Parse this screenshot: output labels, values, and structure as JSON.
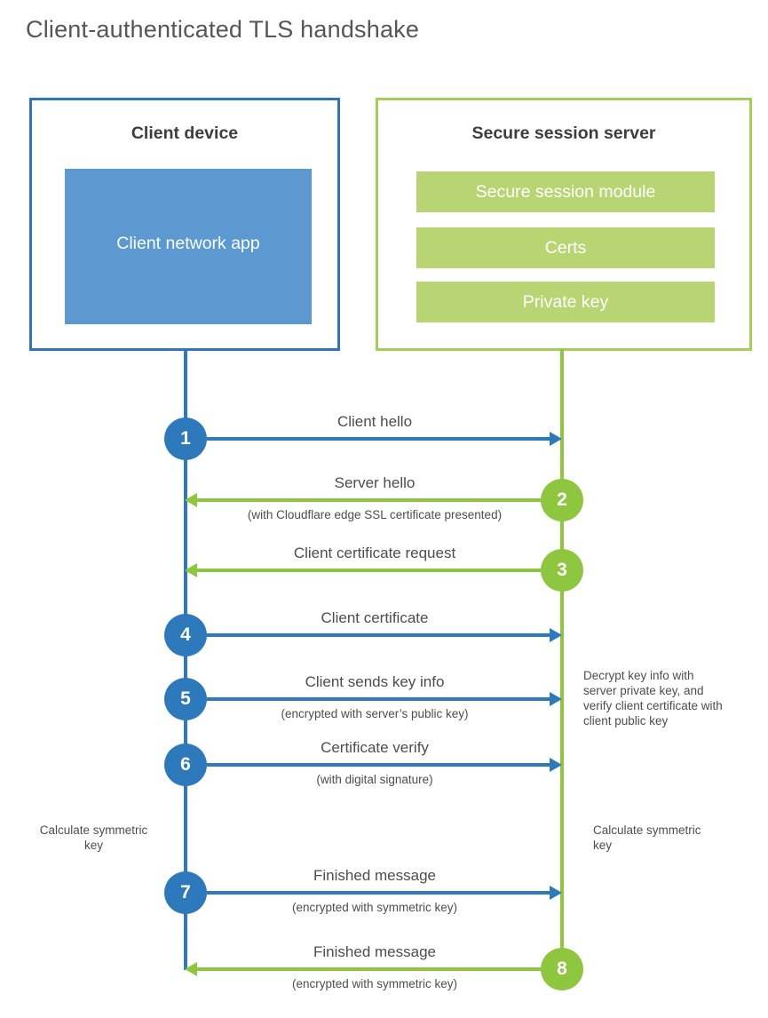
{
  "title": "Client-authenticated TLS handshake",
  "colors": {
    "client_accent": "#2e79bb",
    "client_box_border": "#2e76b5",
    "client_app_fill": "#5b99d0",
    "server_accent": "#8ec63f",
    "server_box_border": "#a3ce5c",
    "server_bar_fill": "#b9d573",
    "text": "#4d4d4d"
  },
  "client_box": {
    "title": "Client device",
    "app_label": "Client network app"
  },
  "server_box": {
    "title": "Secure session server",
    "modules": [
      "Secure session module",
      "Certs",
      "Private key"
    ]
  },
  "messages": [
    {
      "number": "1",
      "actor": "client",
      "direction": "right",
      "label": "Client hello",
      "sublabel": ""
    },
    {
      "number": "2",
      "actor": "server",
      "direction": "left",
      "label": "Server hello",
      "sublabel": "(with Cloudflare edge SSL certificate presented)"
    },
    {
      "number": "3",
      "actor": "server",
      "direction": "left",
      "label": "Client certificate request",
      "sublabel": ""
    },
    {
      "number": "4",
      "actor": "client",
      "direction": "right",
      "label": "Client certificate",
      "sublabel": ""
    },
    {
      "number": "5",
      "actor": "client",
      "direction": "right",
      "label": "Client sends key info",
      "sublabel": "(encrypted with server’s public key)"
    },
    {
      "number": "6",
      "actor": "client",
      "direction": "right",
      "label": "Certificate verify",
      "sublabel": "(with digital signature)"
    },
    {
      "number": "7",
      "actor": "client",
      "direction": "right",
      "label": "Finished message",
      "sublabel": "(encrypted with symmetric key)"
    },
    {
      "number": "8",
      "actor": "server",
      "direction": "left",
      "label": "Finished message",
      "sublabel": "(encrypted with symmetric key)"
    }
  ],
  "annotations": {
    "decrypt_note": "Decrypt key info with server private key, and verify client certificate with client public key",
    "calculate_left": "Calculate symmetric key",
    "calculate_right": "Calculate symmetric key"
  }
}
